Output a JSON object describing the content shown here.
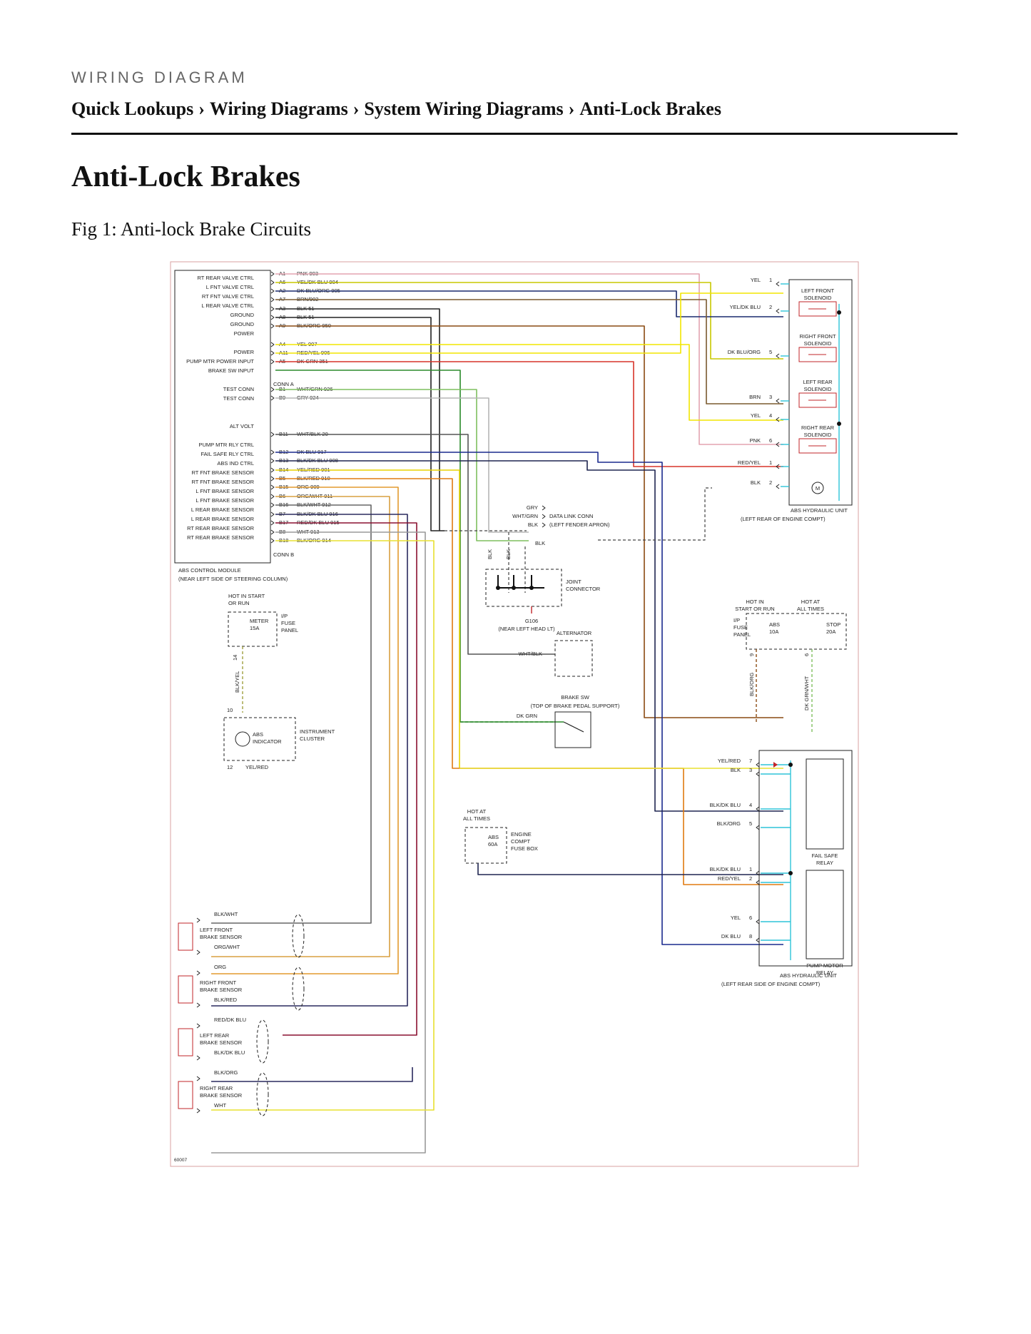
{
  "header": {
    "section_label": "WIRING DIAGRAM",
    "breadcrumb": [
      "Quick Lookups",
      "Wiring Diagrams",
      "System Wiring Diagrams",
      "Anti-Lock Brakes"
    ],
    "separator": "›"
  },
  "page_title": "Anti-Lock Brakes",
  "figure_caption": "Fig 1: Anti-lock Brake Circuits",
  "diagram": {
    "figure_id": "60007",
    "module": {
      "labels": [
        "RT REAR VALVE CTRL",
        "L FNT VALVE CTRL",
        "RT FNT VALVE CTRL",
        "L REAR VALVE CTRL",
        "GROUND",
        "GROUND",
        "POWER",
        "",
        "POWER",
        "PUMP MTR POWER INPUT",
        "BRAKE SW INPUT",
        "",
        "TEST CONN",
        "TEST CONN",
        "",
        "",
        "ALT VOLT",
        "",
        "PUMP MTR RLY CTRL",
        "FAIL SAFE RLY CTRL",
        "ABS IND CTRL",
        "RT FNT BRAKE SENSOR",
        "RT FNT BRAKE SENSOR",
        "L FNT BRAKE SENSOR",
        "L FNT BRAKE SENSOR",
        "L REAR BRAKE SENSOR",
        "L REAR BRAKE SENSOR",
        "RT REAR BRAKE SENSOR",
        "RT REAR BRAKE SENSOR"
      ],
      "name": "ABS CONTROL MODULE",
      "location": "(NEAR LEFT SIDE OF STEERING COLUMN)",
      "conn_a": "CONN A",
      "conn_b": "CONN B"
    },
    "module_wires": [
      {
        "pin": "A1",
        "wire": "PNK 903",
        "color": "#e3a4b0"
      },
      {
        "pin": "A6",
        "wire": "YEL/DK BLU 904",
        "color": "#c8c800"
      },
      {
        "pin": "A2",
        "wire": "DK BLU/ORG 905",
        "color": "#1a2a6e"
      },
      {
        "pin": "A7",
        "wire": "BRN/902",
        "color": "#7a5a2e"
      },
      {
        "pin": "A3",
        "wire": "BLK 51",
        "color": "#222222"
      },
      {
        "pin": "A8",
        "wire": "BLK 51",
        "color": "#222222"
      },
      {
        "pin": "A9",
        "wire": "BLK/ORG 950",
        "color": "#8a4a12"
      },
      {
        "pin": "A4",
        "wire": "YEL 907",
        "color": "#f2e600"
      },
      {
        "pin": "A11",
        "wire": "RED/YEL 906",
        "color": "#d7342a"
      },
      {
        "pin": "A5",
        "wire": "DK GRN 351",
        "color": "#2b8a2b"
      },
      {
        "pin": "B1",
        "wire": "WHT/GRN 926",
        "color": "#7fbf5f"
      },
      {
        "pin": "B9",
        "wire": "GRY 924",
        "color": "#b5b5b5"
      },
      {
        "pin": "B11",
        "wire": "WHT/BLK 20",
        "color": "#555555"
      },
      {
        "pin": "B12",
        "wire": "DK BLU 917",
        "color": "#1a2a8e"
      },
      {
        "pin": "B13",
        "wire": "BLK/DK BLU 908",
        "color": "#1f2550"
      },
      {
        "pin": "B14",
        "wire": "YEL/RED 901",
        "color": "#e8d200"
      },
      {
        "pin": "B5",
        "wire": "BLK/RED 910",
        "color": "#e07a10"
      },
      {
        "pin": "B15",
        "wire": "ORG 909",
        "color": "#e39a2e"
      },
      {
        "pin": "B6",
        "wire": "ORG/WHT 911",
        "color": "#d9a040"
      },
      {
        "pin": "B16",
        "wire": "BLK/WHT 912",
        "color": "#666666"
      },
      {
        "pin": "B7",
        "wire": "BLK/DK BLU 916",
        "color": "#2a2a5e"
      },
      {
        "pin": "B17",
        "wire": "RED/DK BLU 915",
        "color": "#8a1030"
      },
      {
        "pin": "B8",
        "wire": "WHT 913",
        "color": "#9a9a9a"
      },
      {
        "pin": "B18",
        "wire": "BLK/ORG 914",
        "color": "#e8e030"
      }
    ],
    "hcu_top": {
      "solenoids": [
        "LEFT FRONT\nSOLENOID",
        "RIGHT FRONT\nSOLENOID",
        "LEFT REAR\nSOLENOID",
        "RIGHT REAR\nSOLENOID"
      ],
      "pins": [
        {
          "wire": "YEL",
          "pin": "1"
        },
        {
          "wire": "YEL/DK BLU",
          "pin": "2"
        },
        {
          "wire": "DK BLU/ORG",
          "pin": "5"
        },
        {
          "wire": "BRN",
          "pin": "3"
        },
        {
          "wire": "YEL",
          "pin": "4"
        },
        {
          "wire": "PNK",
          "pin": "6"
        },
        {
          "wire": "RED/YEL",
          "pin": "1"
        },
        {
          "wire": "BLK",
          "pin": "2"
        }
      ],
      "motor_symbol": "M",
      "name": "ABS HYDRAULIC UNIT",
      "location": "(LEFT REAR OF ENGINE COMPT)"
    },
    "data_link": {
      "wires": [
        "GRY",
        "WHT/GRN",
        "BLK"
      ],
      "name": "DATA LINK CONN",
      "location": "(LEFT FENDER APRON)",
      "extra_wire": "BLK"
    },
    "joint": {
      "vertical_wires": [
        "BLK",
        "BLK"
      ],
      "name": "JOINT\nCONNECTOR",
      "ground": "G106",
      "ground_location": "(NEAR LEFT HEAD LT)"
    },
    "ip_fuse_left": {
      "hot": "HOT IN START\nOR RUN",
      "fuse": "METER\n15A",
      "panel": "I/P\nFUSE\nPANEL",
      "pin": "14",
      "wire": "BLK/YEL"
    },
    "cluster": {
      "pin_top": "10",
      "indicator": "ABS\nINDICATOR",
      "name": "INSTRUMENT\nCLUSTER",
      "pin_bottom": "12",
      "wire": "YEL/RED"
    },
    "alternator": {
      "name": "ALTERNATOR",
      "wire": "WHT/BLK"
    },
    "brake_sw": {
      "name": "BRAKE SW",
      "location": "(TOP OF BRAKE PEDAL SUPPORT)",
      "wire": "DK GRN"
    },
    "ip_fuse_right": {
      "hot1": "HOT IN\nSTART OR RUN",
      "hot2": "HOT AT\nALL TIMES",
      "panel": "I/P\nFUSE\nPANEL",
      "fuse1": "ABS\n10A",
      "fuse2": "STOP\n20A",
      "pin1": "9",
      "pin2": "6",
      "wire1": "BLK/ORG",
      "wire2": "DK GRN/WHT"
    },
    "engine_fuse": {
      "hot": "HOT AT\nALL TIMES",
      "fuse": "ABS\n60A",
      "name": "ENGINE\nCOMPT\nFUSE BOX"
    },
    "hcu_bottom": {
      "pins": [
        {
          "wire": "YEL/RED",
          "pin": "7"
        },
        {
          "wire": "BLK",
          "pin": "3"
        },
        {
          "wire": "BLK/DK BLU",
          "pin": "4"
        },
        {
          "wire": "BLK/ORG",
          "pin": "5"
        },
        {
          "wire": "BLK/DK BLU",
          "pin": "1"
        },
        {
          "wire": "RED/YEL",
          "pin": "2"
        },
        {
          "wire": "YEL",
          "pin": "6"
        },
        {
          "wire": "DK BLU",
          "pin": "8"
        }
      ],
      "relay1": "FAIL SAFE\nRELAY",
      "relay2": "PUMP MOTOR\nRELAY",
      "name": "ABS HYDRAULIC UNIT",
      "location": "(LEFT REAR SIDE OF ENGINE COMPT)"
    },
    "sensors": [
      {
        "name": "LEFT FRONT\nBRAKE SENSOR",
        "wire_top": "BLK/WHT",
        "wire_bottom": "ORG/WHT"
      },
      {
        "name": "RIGHT FRONT\nBRAKE SENSOR",
        "wire_top": "ORG",
        "wire_bottom": "BLK/RED"
      },
      {
        "name": "LEFT REAR\nBRAKE SENSOR",
        "wire_top": "RED/DK BLU",
        "wire_bottom": "BLK/DK BLU"
      },
      {
        "name": "RIGHT REAR\nBRAKE SENSOR",
        "wire_top": "BLK/ORG",
        "wire_bottom": "WHT"
      }
    ]
  }
}
